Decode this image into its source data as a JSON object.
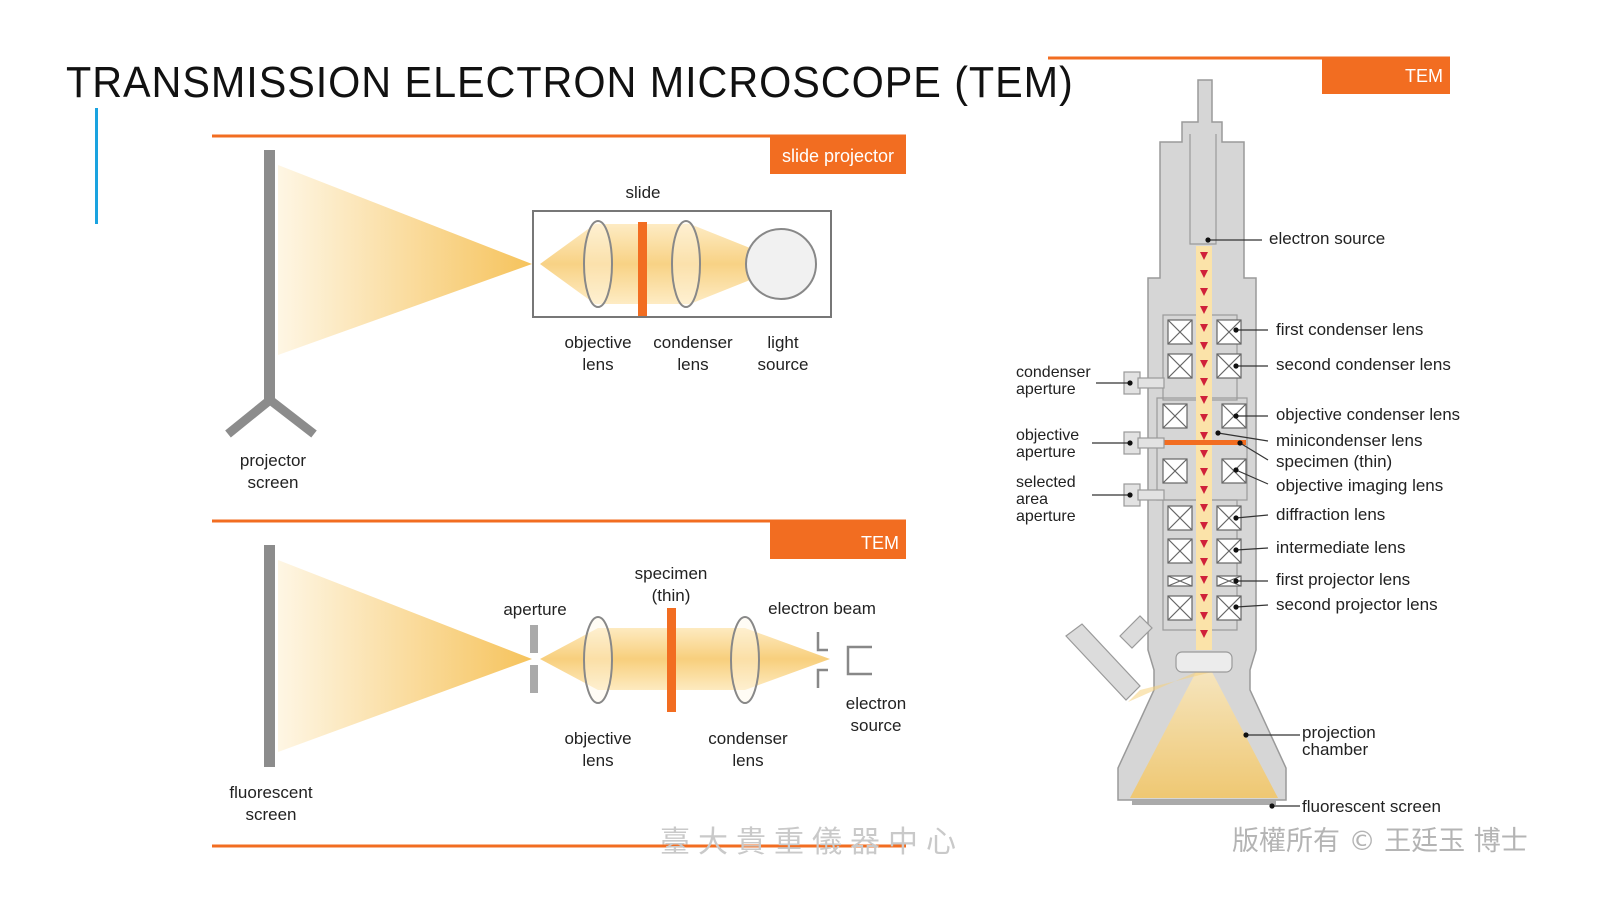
{
  "title": "TRANSMISSION ELECTRON MICROSCOPE (TEM)",
  "colors": {
    "accent_orange": "#f26d21",
    "cyan_bar": "#1aa3e0",
    "beam_yellow": "#f7c96b",
    "column_gray": "#d6d6d6",
    "electron_red": "#d0213a"
  },
  "slide_projector": {
    "tag": "slide projector",
    "slide": "slide",
    "objective_lens": [
      "objective",
      "lens"
    ],
    "condenser_lens": [
      "condenser",
      "lens"
    ],
    "light_source": [
      "light",
      "source"
    ],
    "projector_screen": [
      "projector",
      "screen"
    ]
  },
  "tem_schematic": {
    "tag": "TEM",
    "aperture": "aperture",
    "specimen": [
      "specimen",
      "(thin)"
    ],
    "electron_beam": "electron beam",
    "objective_lens": [
      "objective",
      "lens"
    ],
    "condenser_lens": [
      "condenser",
      "lens"
    ],
    "electron_source": [
      "electron",
      "source"
    ],
    "fluorescent_screen": [
      "fluorescent",
      "screen"
    ]
  },
  "tem_column": {
    "tag": "TEM",
    "right_labels": {
      "electron_source": "electron source",
      "first_condenser_lens": "first condenser lens",
      "second_condenser_lens": "second condenser lens",
      "objective_condenser_lens": "objective condenser lens",
      "minicondenser_lens": "minicondenser lens",
      "specimen": "specimen (thin)",
      "objective_imaging_lens": "objective imaging lens",
      "diffraction_lens": "diffraction lens",
      "intermediate_lens": "intermediate lens",
      "first_projector_lens": "first projector lens",
      "second_projector_lens": "second projector lens",
      "projection_chamber": [
        "projection",
        "chamber"
      ],
      "fluorescent_screen": "fluorescent screen"
    },
    "left_labels": {
      "condenser_aperture": [
        "condenser",
        "aperture"
      ],
      "objective_aperture": [
        "objective",
        "aperture"
      ],
      "selected_area_aperture": [
        "selected",
        "area",
        "aperture"
      ]
    }
  },
  "watermark": {
    "center": "臺大貴重儀器中心",
    "copyright": "版權所有 © 王廷玉 博士"
  }
}
